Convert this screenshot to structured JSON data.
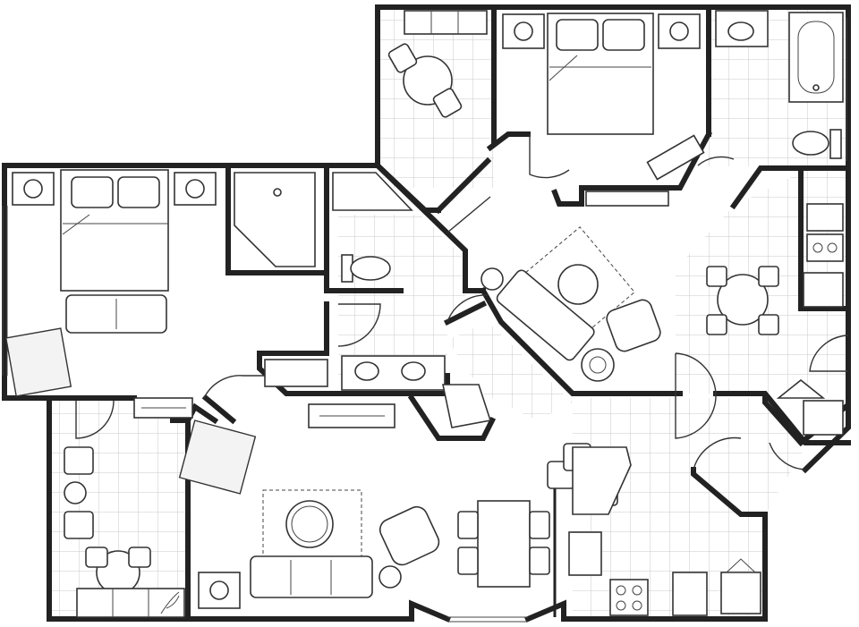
{
  "diagram": {
    "type": "floor-plan",
    "rooms": [
      {
        "id": "master-bedroom",
        "fixtures": [
          "king-bed",
          "nightstand",
          "nightstand",
          "dresser-tv"
        ]
      },
      {
        "id": "master-sitting-area",
        "fixtures": [
          "round-table",
          "chair",
          "chair",
          "armoire"
        ]
      },
      {
        "id": "master-bath",
        "fixtures": [
          "bathtub",
          "sink",
          "toilet"
        ]
      },
      {
        "id": "second-bedroom",
        "fixtures": [
          "king-bed",
          "nightstand",
          "nightstand",
          "sofa",
          "armchair"
        ]
      },
      {
        "id": "second-bath",
        "fixtures": [
          "corner-shower",
          "corner-shower",
          "toilet",
          "double-vanity"
        ]
      },
      {
        "id": "living-room",
        "fixtures": [
          "sofa",
          "armchair",
          "armchair",
          "coffee-table",
          "side-table"
        ]
      },
      {
        "id": "kitchen",
        "fixtures": [
          "sink",
          "range",
          "refrigerator",
          "counter"
        ]
      },
      {
        "id": "dining-room",
        "fixtures": [
          "dining-table",
          "chairs-4",
          "bar-stools"
        ]
      },
      {
        "id": "breakfast-nook",
        "fixtures": [
          "round-table",
          "chairs-4"
        ]
      },
      {
        "id": "laundry",
        "fixtures": [
          "washer",
          "dryer"
        ]
      },
      {
        "id": "balcony",
        "fixtures": [
          "round-table",
          "chairs",
          "chaise"
        ]
      }
    ]
  }
}
